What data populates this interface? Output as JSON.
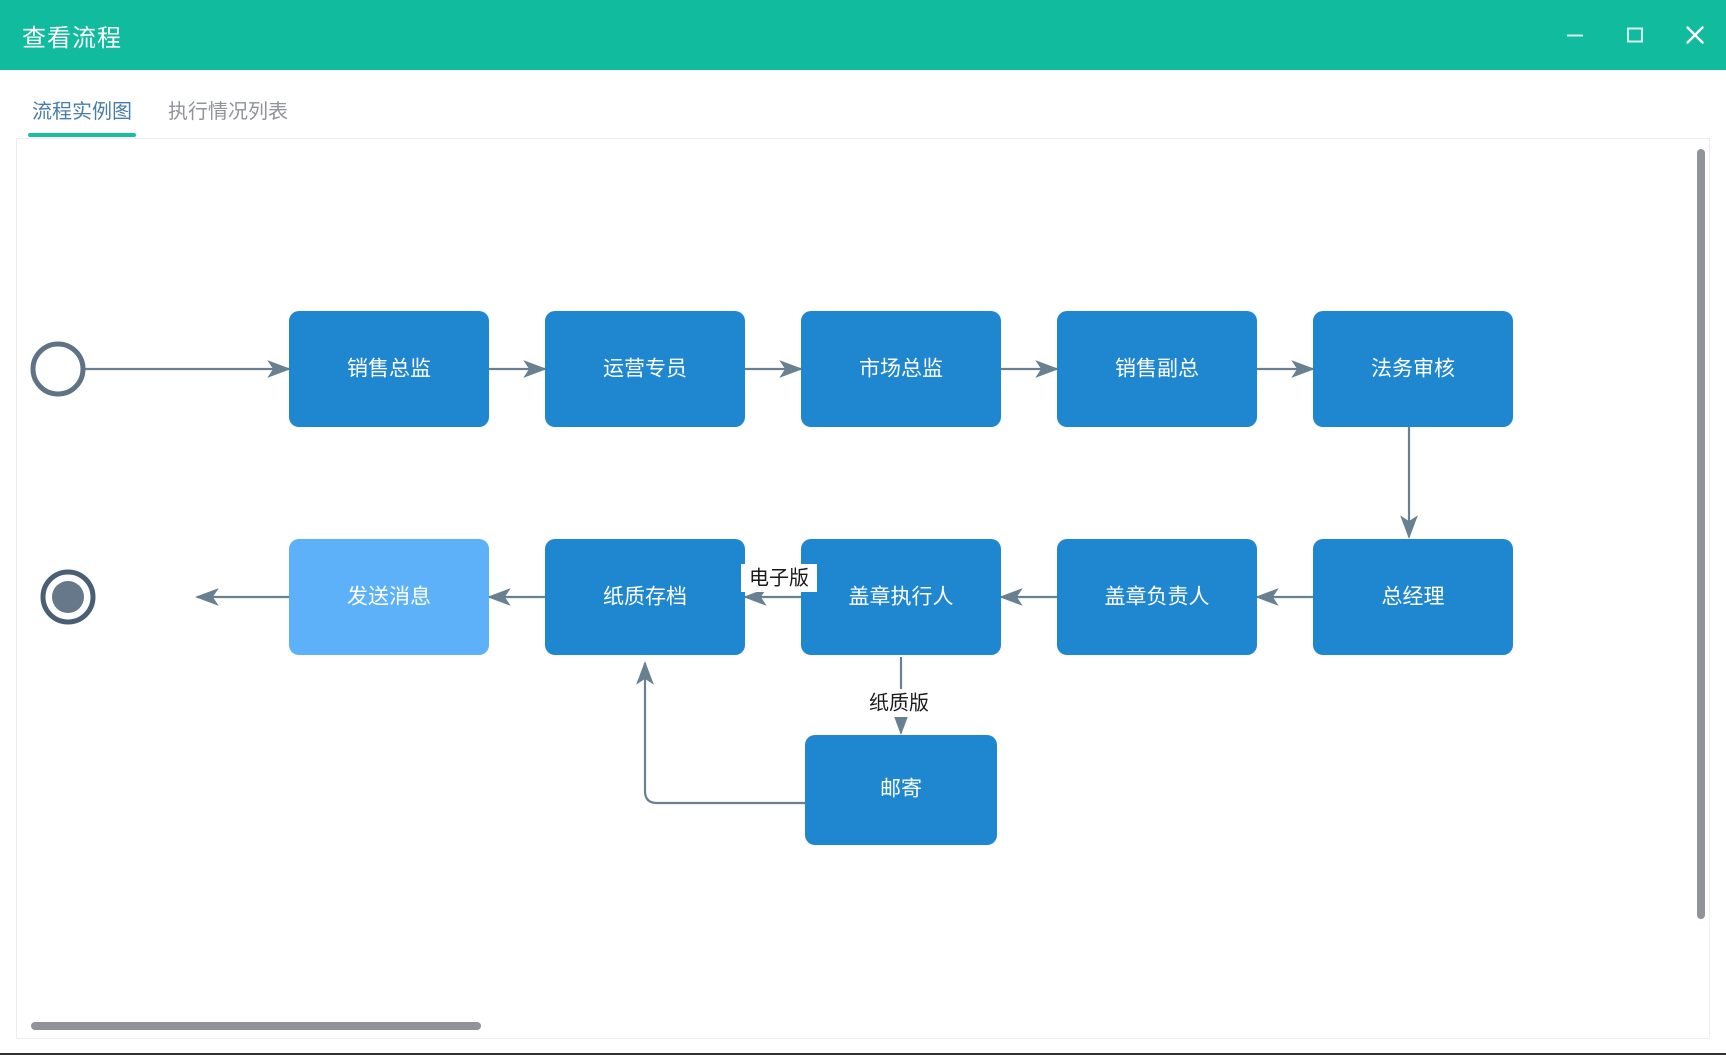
{
  "window": {
    "title": "查看流程",
    "accent_color": "#11bb9d",
    "controls": [
      {
        "name": "minimize",
        "glyph": "minimize-icon"
      },
      {
        "name": "maximize",
        "glyph": "maximize-icon"
      },
      {
        "name": "close",
        "glyph": "close-icon"
      }
    ]
  },
  "tabs": [
    {
      "label": "流程实例图",
      "active": true
    },
    {
      "label": "执行情况列表",
      "active": false
    }
  ],
  "diagram": {
    "node_color": "#1f86d0",
    "node_color_light": "#5cb1f9",
    "edge_color": "#68808f",
    "start_node": {
      "name": "start-event",
      "type": "start"
    },
    "end_node": {
      "name": "end-event",
      "type": "end"
    },
    "nodes": [
      {
        "id": "n1",
        "label": "销售总监",
        "style": "normal"
      },
      {
        "id": "n2",
        "label": "运营专员",
        "style": "normal"
      },
      {
        "id": "n3",
        "label": "市场总监",
        "style": "normal"
      },
      {
        "id": "n4",
        "label": "销售副总",
        "style": "normal"
      },
      {
        "id": "n5",
        "label": "法务审核",
        "style": "normal"
      },
      {
        "id": "n6",
        "label": "总经理",
        "style": "normal"
      },
      {
        "id": "n7",
        "label": "盖章负责人",
        "style": "normal"
      },
      {
        "id": "n8",
        "label": "盖章执行人",
        "style": "normal"
      },
      {
        "id": "n9",
        "label": "纸质存档",
        "style": "normal"
      },
      {
        "id": "n10",
        "label": "发送消息",
        "style": "light"
      },
      {
        "id": "n11",
        "label": "邮寄",
        "style": "normal"
      }
    ],
    "edge_labels": [
      {
        "id": "e-electronic",
        "label": "电子版"
      },
      {
        "id": "e-paper",
        "label": "纸质版"
      }
    ]
  },
  "scrollbars": {
    "vertical": {
      "name": "vertical-scrollbar"
    },
    "horizontal": {
      "name": "horizontal-scrollbar"
    }
  }
}
